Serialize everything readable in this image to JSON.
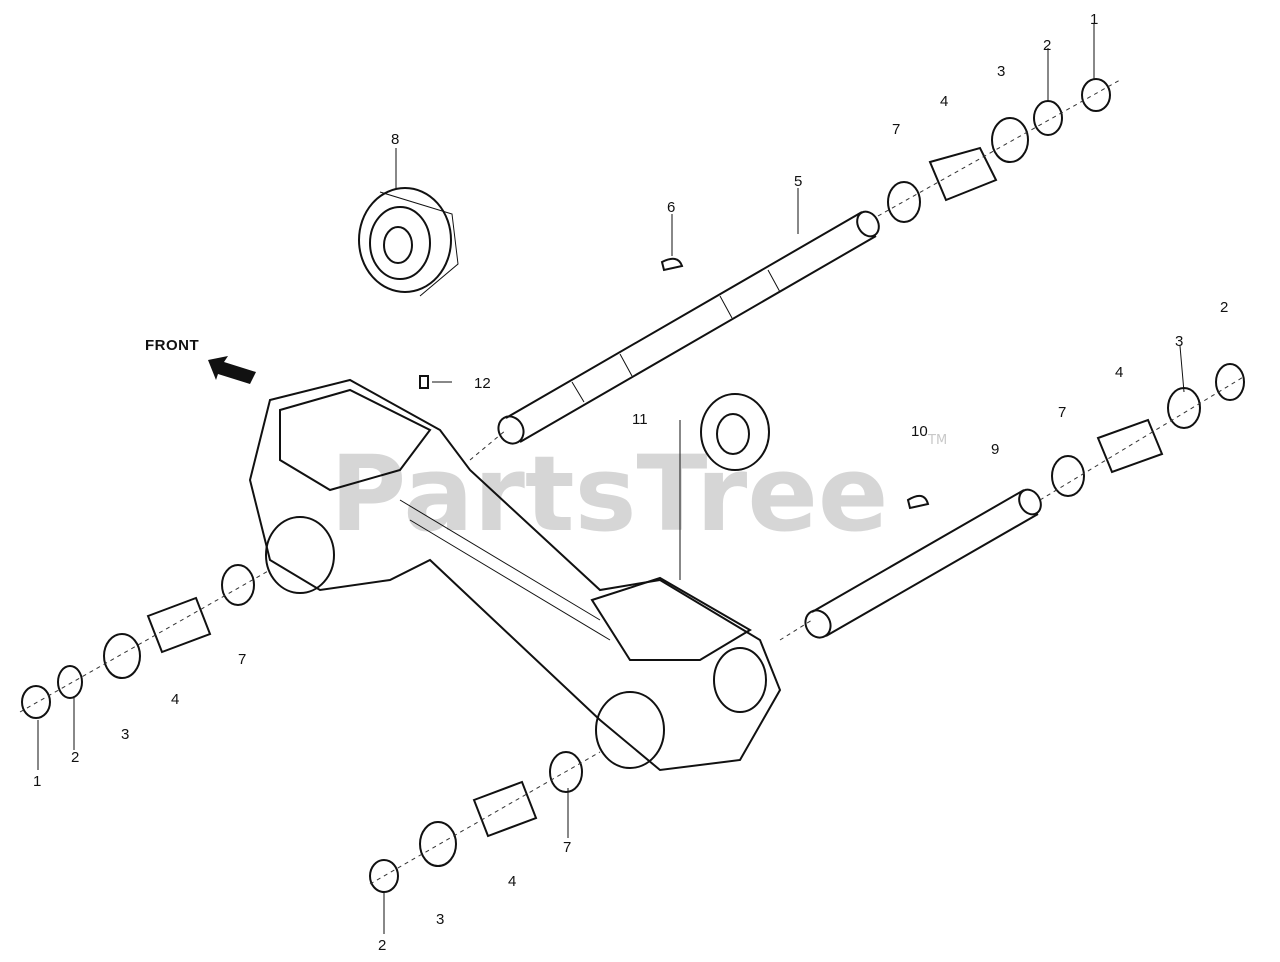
{
  "diagram": {
    "front_label": "FRONT",
    "watermark": "PartsTree",
    "trademark": "TM",
    "callouts": [
      {
        "id": "c1a",
        "text": "1"
      },
      {
        "id": "c2a",
        "text": "2"
      },
      {
        "id": "c3a",
        "text": "3"
      },
      {
        "id": "c4a",
        "text": "4"
      },
      {
        "id": "c7a",
        "text": "7"
      },
      {
        "id": "c5",
        "text": "5"
      },
      {
        "id": "c6",
        "text": "6"
      },
      {
        "id": "c8",
        "text": "8"
      },
      {
        "id": "c12",
        "text": "12"
      },
      {
        "id": "c2b",
        "text": "2"
      },
      {
        "id": "c3b",
        "text": "3"
      },
      {
        "id": "c4b",
        "text": "4"
      },
      {
        "id": "c7b",
        "text": "7"
      },
      {
        "id": "c11",
        "text": "11"
      },
      {
        "id": "c10",
        "text": "10"
      },
      {
        "id": "c9",
        "text": "9"
      },
      {
        "id": "c7c",
        "text": "7"
      },
      {
        "id": "c4c",
        "text": "4"
      },
      {
        "id": "c3c",
        "text": "3"
      },
      {
        "id": "c2c",
        "text": "2"
      },
      {
        "id": "c1c",
        "text": "1"
      },
      {
        "id": "c7d",
        "text": "7"
      },
      {
        "id": "c4d",
        "text": "4"
      },
      {
        "id": "c3d",
        "text": "3"
      },
      {
        "id": "c2d",
        "text": "2"
      }
    ]
  }
}
